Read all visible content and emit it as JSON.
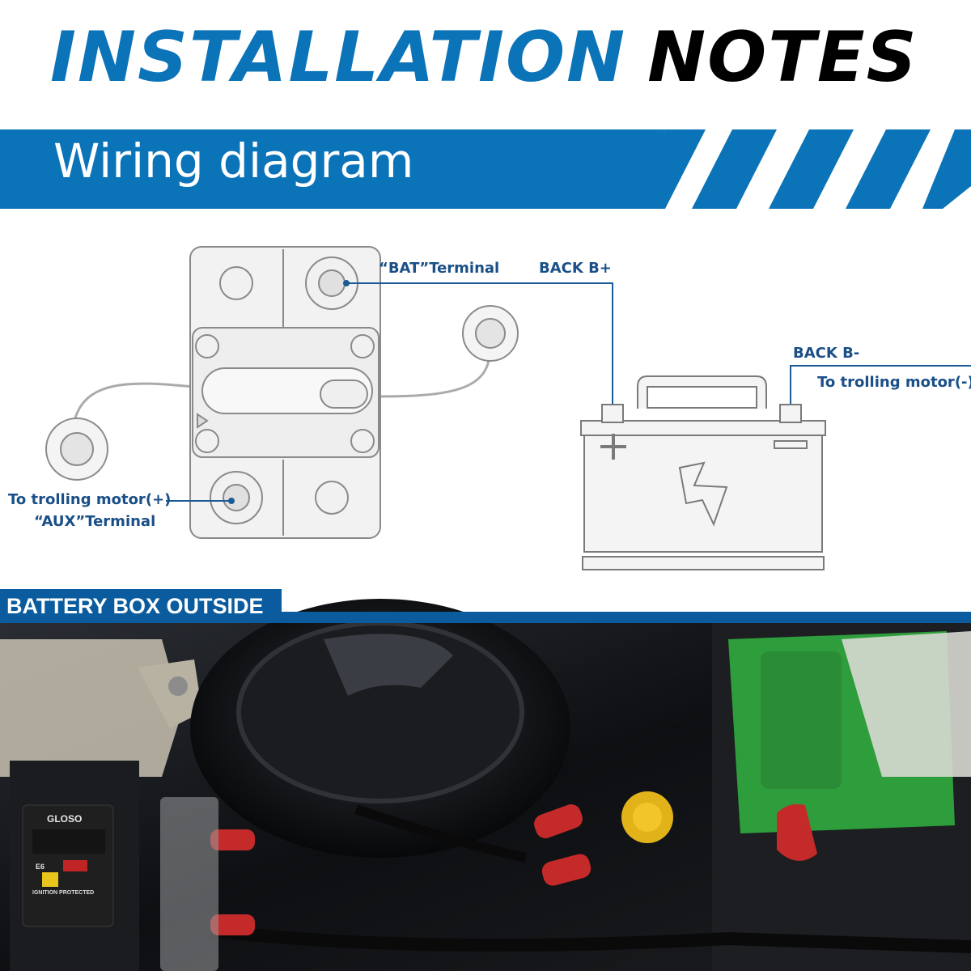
{
  "header": {
    "title_part1": "INSTALLATION",
    "title_part2": "NOTES",
    "banner": "Wiring diagram"
  },
  "labels": {
    "bat_terminal": "“BAT”Terminal",
    "back_b_plus": "BACK B+",
    "back_b_minus": "BACK B-",
    "to_trolling_minus": "To trolling motor(-)",
    "to_trolling_plus": "To trolling motor(+)",
    "aux_terminal": "“AUX”Terminal"
  },
  "section": {
    "label": "BATTERY BOX OUTSIDE"
  },
  "photo_labels": {
    "brand": "GLOSO",
    "rating": "E6",
    "ignition": "IGNITION PROTECTED"
  },
  "colors": {
    "brand_blue": "#0b73b8",
    "dark_blue": "#0b5c9e",
    "label_blue": "#1a4f87",
    "battery_green": "#2e9e3c",
    "boot_red": "#c42a2a"
  }
}
